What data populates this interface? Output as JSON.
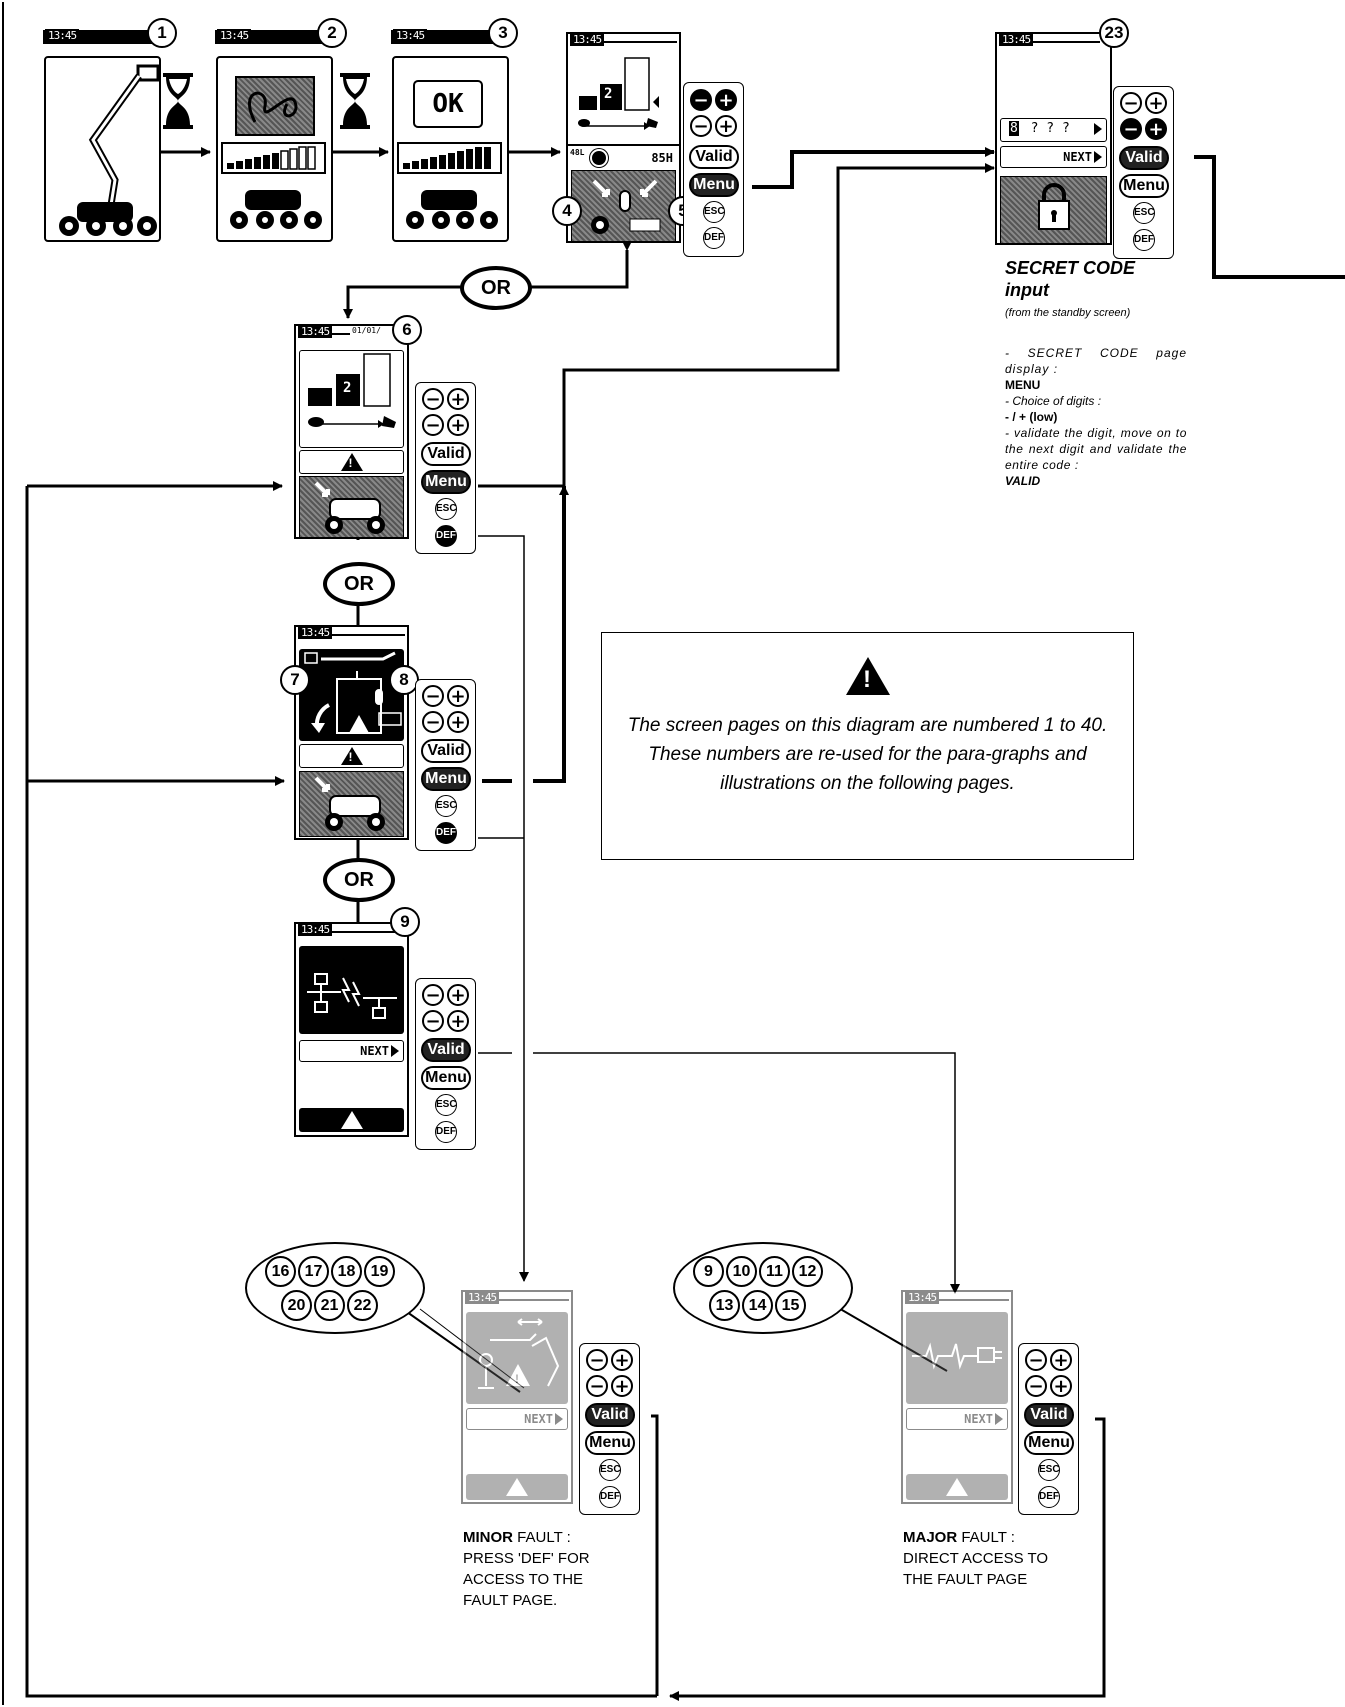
{
  "clock": "13:45",
  "date_fragment": "01/01/",
  "screen_numbers": [
    "1",
    "2",
    "3",
    "4",
    "5",
    "6",
    "7",
    "8",
    "9",
    "23"
  ],
  "or_label": "OR",
  "next_label": "NEXT",
  "ok_label": "OK",
  "gear_digit": "2",
  "status_line": {
    "fuel": "48L",
    "hours": "85H"
  },
  "code_entry": {
    "first": "8",
    "rest": "? ? ?"
  },
  "keypad": {
    "minus": "−",
    "plus": "+",
    "valid": "Valid",
    "menu": "Menu",
    "esc": "ESC",
    "def": "DEF"
  },
  "secret_code": {
    "title_1": "SECRET CODE",
    "title_2": "input",
    "subtitle": "(from the standby screen)",
    "line_1": "- SECRET CODE page display :",
    "line_1_key": "MENU",
    "line_2": "- Choice of digits :",
    "line_2_key": "- / + (low)",
    "line_3": "- validate the digit, move on to the next digit and validate the entire code :",
    "line_3_key": "VALID"
  },
  "note": "The screen pages on this diagram are numbered 1 to 40. These numbers are re-used for the para-graphs and illustrations on the following pages.",
  "minor_bubble": [
    "16",
    "17",
    "18",
    "19",
    "20",
    "21",
    "22"
  ],
  "major_bubble": [
    "9",
    "10",
    "11",
    "12",
    "13",
    "14",
    "15"
  ],
  "minor_fault": {
    "bold": "MINOR",
    "text": " FAULT :",
    "l2": "PRESS 'DEF' FOR",
    "l3": "ACCESS TO THE",
    "l4": "FAULT PAGE."
  },
  "major_fault": {
    "bold": "MAJOR",
    "text": " FAULT :",
    "l2": "DIRECT ACCESS TO",
    "l3": "THE FAULT PAGE"
  }
}
